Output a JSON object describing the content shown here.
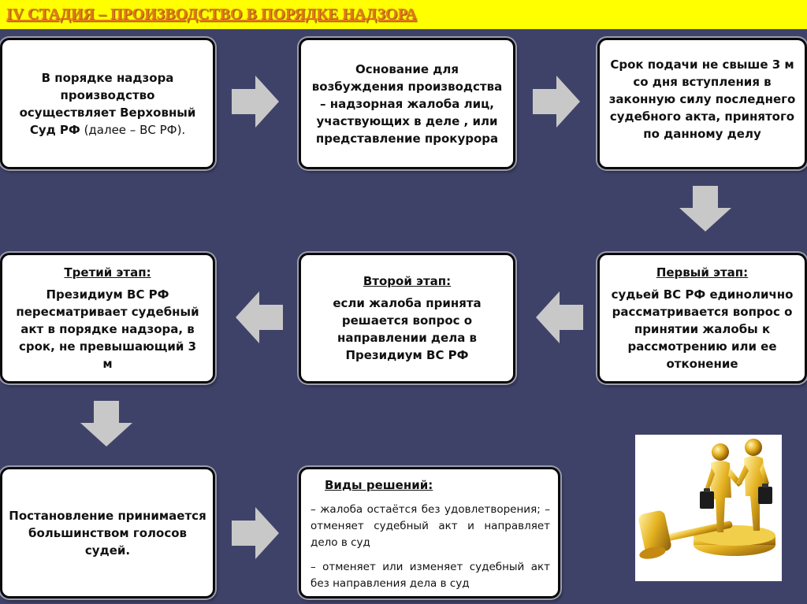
{
  "title": "IV СТАДИЯ – ПРОИЗВОДСТВО В ПОРЯДКЕ НАДЗОРА",
  "colors": {
    "background": "#3f4268",
    "header": "#ffff00",
    "title": "#e47a1a",
    "arrow": "#c8c8c8"
  },
  "boxes": {
    "supreme_court": {
      "bold": "В порядке надзора производство осуществляет Верховный Суд РФ",
      "normal": " (далее – ВС РФ)."
    },
    "grounds": "Основание для возбуждения производства – надзорная жалоба лиц, участвующих в деле , или представление прокурора",
    "deadline": "Срок подачи  не свыше 3 м со дня вступления в законную силу последнего судебного акта, принятого по данному делу",
    "first_stage": {
      "heading": "Первый этап:",
      "text": "судьей ВС РФ единолично рассматривается вопрос о принятии жалобы к рассмотрению или ее отконение"
    },
    "second_stage": {
      "heading": "Второй этап:",
      "text": "если жалоба принята решается вопрос о направлении дела в Президиум ВС РФ"
    },
    "third_stage": {
      "heading": "Третий этап:",
      "text": "Президиум ВС РФ пересматривает судебный акт в порядке надзора, в срок, не превышающий 3 м"
    },
    "resolution": "Постановление принимается большинством голосов судей.",
    "decisions": {
      "heading": "Виды решений:",
      "items": [
        "– жалоба остаётся без удовлетворения; – отменяет судебный акт и направляет дело в суд",
        "– отменяет или изменяет судебный акт без направления дела в суд"
      ]
    }
  },
  "arrows": [
    "arrow-right-icon",
    "arrow-right-icon",
    "arrow-down-icon",
    "arrow-left-icon",
    "arrow-left-icon",
    "arrow-down-icon",
    "arrow-right-icon"
  ],
  "picture": "gold-handshake-gavel-illustration"
}
